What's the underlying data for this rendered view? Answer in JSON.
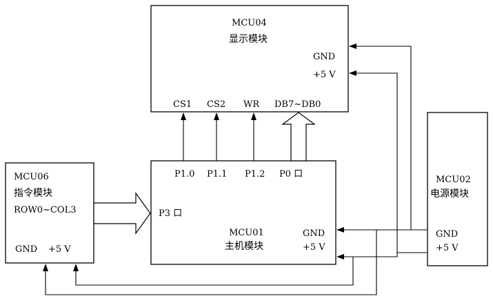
{
  "modules": {
    "mcu04": {
      "id": "MCU04",
      "name": "显示模块",
      "gnd": "GND",
      "vcc": "+5 V",
      "pins": {
        "cs1": "CS1",
        "cs2": "CS2",
        "wr": "WR",
        "db": "DB7~DB0"
      }
    },
    "mcu01": {
      "id": "MCU01",
      "name": "主机模块",
      "gnd": "GND",
      "vcc": "+5 V",
      "pins": {
        "p10": "P1.0",
        "p11": "P1.1",
        "p12": "P1.2",
        "p0": "P0 口",
        "p3": "P3 口"
      }
    },
    "mcu06": {
      "id": "MCU06",
      "name": "指令模块",
      "bus": "ROW0~COL3",
      "gnd": "GND",
      "vcc": "+5 V"
    },
    "mcu02": {
      "id": "MCU02",
      "name": "电源模块",
      "gnd": "GND",
      "vcc": "+5 V"
    }
  }
}
